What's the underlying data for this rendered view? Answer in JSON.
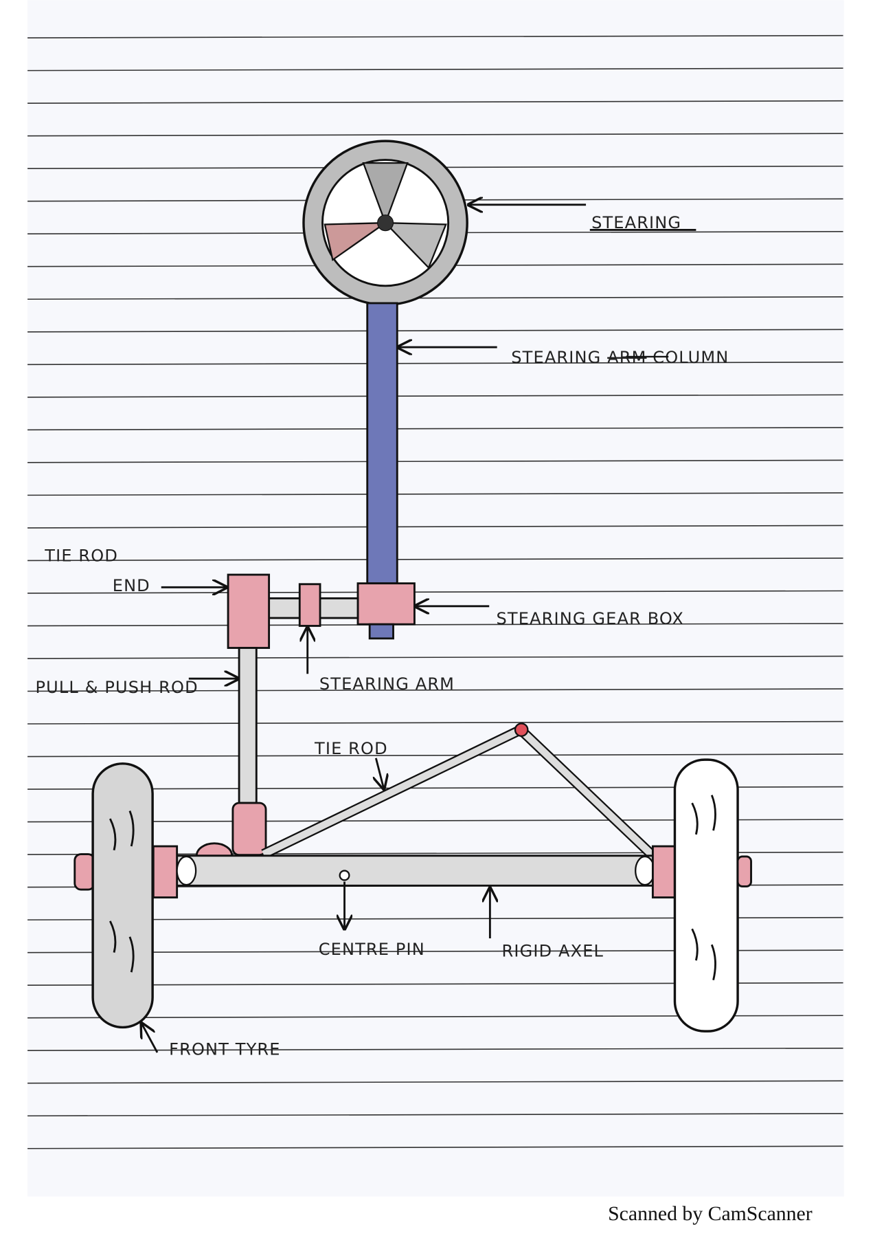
{
  "labels": {
    "steering": "STEARING",
    "steering_column_prefix": "STEARING",
    "steering_column_struck": "ARM",
    "steering_column_suffix": "COLUMN",
    "tie_rod_end_line1": "TIE ROD",
    "tie_rod_end_line2": "END",
    "steering_gear_box": "STEARING GEAR BOX",
    "pull_push_rod": "PULL & PUSH ROD",
    "steering_arm": "STEARING ARM",
    "tie_rod": "TIE ROD",
    "centre_pin": "CENTRE PIN",
    "rigid_axel": "RIGID AXEL",
    "front_tyre": "FRONT TYRE"
  },
  "watermark": "Scanned by CamScanner",
  "colors": {
    "red_parts": "#e7a3ad",
    "column_blue": "#6e78b8",
    "rod_gray": "#dcdcdc"
  }
}
